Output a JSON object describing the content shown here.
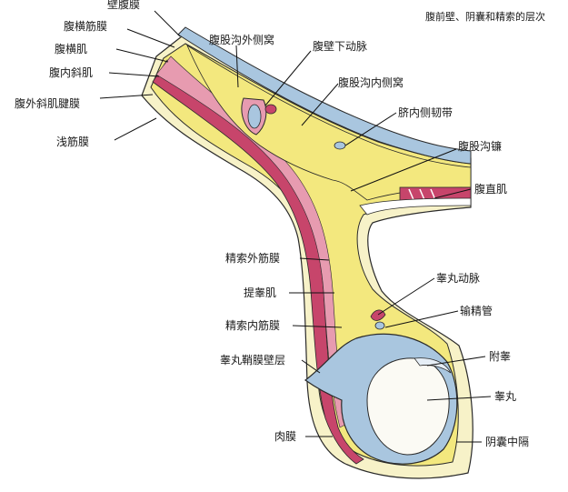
{
  "title": "腹前壁、阴囊和精索的层次",
  "colors": {
    "yellow": "#f3e87e",
    "blue": "#a9c6df",
    "red": "#c7456b",
    "pink": "#e79bb0",
    "cream": "#f7f2c8",
    "white": "#ffffff",
    "outline": "#2a2a2a"
  },
  "labels": {
    "peritoneum": "壁腹膜",
    "transversalis_fascia": "腹横筋膜",
    "transversus_abdominis": "腹横肌",
    "internal_oblique": "腹内斜肌",
    "external_oblique_aponeurosis": "腹外斜肌腱膜",
    "superficial_fascia": "浅筋膜",
    "lateral_inguinal_fossa": "腹股沟外侧窝",
    "inferior_epigastric_artery": "腹壁下动脉",
    "medial_inguinal_fossa": "腹股沟内侧窝",
    "medial_umbilical_fold": "脐内侧韧带",
    "inguinal_falx": "腹股沟镰",
    "rectus_abdominis": "腹直肌",
    "external_spermatic_fascia": "精索外筋膜",
    "cremaster": "提睾肌",
    "internal_spermatic_fascia": "精索内筋膜",
    "testicular_artery": "睾丸动脉",
    "ductus_deferens": "输精管",
    "tunica_vaginalis_parietal": "睾丸鞘膜壁层",
    "epididymis": "附睾",
    "testis": "睾丸",
    "dartos": "肉膜",
    "scrotal_septum": "阴囊中隔"
  }
}
